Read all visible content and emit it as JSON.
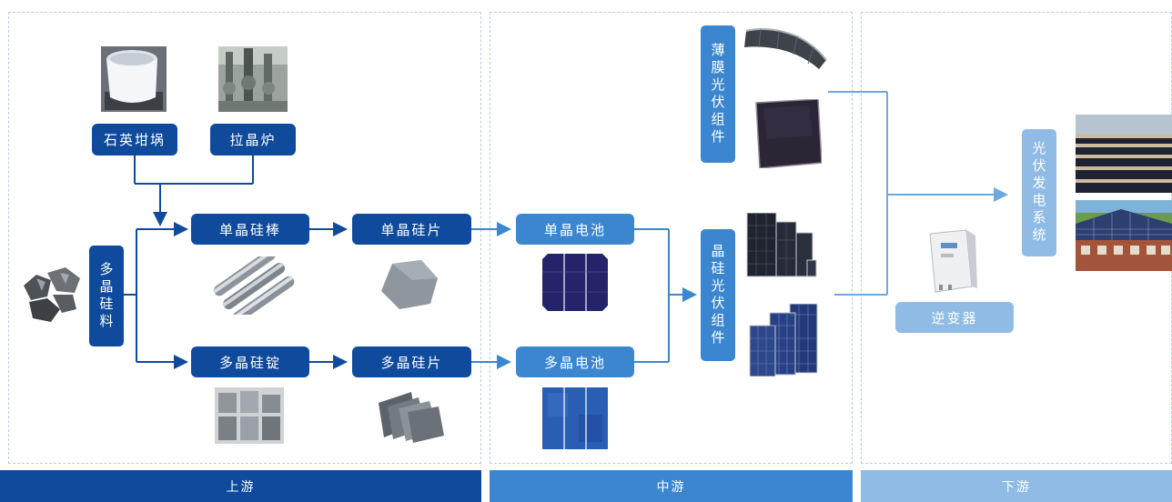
{
  "sections": {
    "upstream": "上游",
    "midstream": "中游",
    "downstream": "下游"
  },
  "nodes": {
    "quartz_crucible": "石英坩埚",
    "crystal_furnace": "拉晶炉",
    "polysilicon_material": "多晶硅料",
    "mono_ingot": "单晶硅棒",
    "mono_wafer": "单晶硅片",
    "poly_ingot": "多晶硅锭",
    "poly_wafer": "多晶硅片",
    "mono_cell": "单晶电池",
    "poly_cell": "多晶电池",
    "thin_film_module": "薄膜光伏组件",
    "crystalline_module": "晶硅光伏组件",
    "inverter": "逆变器",
    "pv_system": "光伏发电系统"
  },
  "colors": {
    "upstream": "#0f4a9c",
    "midstream": "#3b86cf",
    "downstream": "#8fbbe5",
    "arrow": "#6ea8dc"
  }
}
